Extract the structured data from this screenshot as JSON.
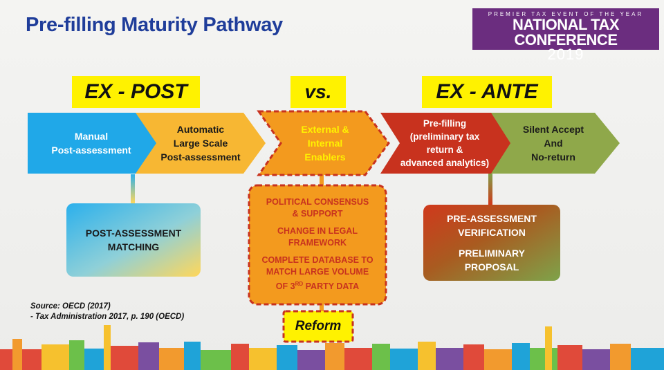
{
  "title": "Pre-filling Maturity Pathway",
  "logo": {
    "tagline": "PREMIER TAX EVENT OF THE YEAR",
    "name": "NATIONAL TAX CONFERENCE",
    "year": "2019"
  },
  "headers": {
    "ex_post": "EX - POST",
    "vs": "vs.",
    "ex_ante": "EX - ANTE"
  },
  "arrows": {
    "manual": [
      "Manual",
      "Post-assessment"
    ],
    "automatic": [
      "Automatic",
      "Large Scale",
      "Post-assessment"
    ],
    "enablers": [
      "External &",
      "Internal",
      "Enablers"
    ],
    "prefilling": [
      "Pre-filling",
      "(preliminary tax",
      "return &",
      "advanced analytics)"
    ],
    "silent": [
      "Silent Accept",
      "And",
      "No-return"
    ]
  },
  "boxes": {
    "post_assessment": [
      "POST-ASSESSMENT",
      "MATCHING"
    ],
    "enablers_list": {
      "item1": [
        "POLITICAL CONSENSUS",
        "& SUPPORT"
      ],
      "item2": [
        "CHANGE IN LEGAL",
        "FRAMEWORK"
      ],
      "item3_lines": [
        "COMPLETE DATABASE TO",
        "MATCH LARGE VOLUME"
      ],
      "item3_last_prefix": "OF 3",
      "item3_last_sup": "RD",
      "item3_last_suffix": " PARTY DATA"
    },
    "pre_assessment": {
      "group1": [
        "PRE-ASSESSMENT",
        "VERIFICATION"
      ],
      "group2": [
        "PRELIMINARY",
        "PROPOSAL"
      ]
    }
  },
  "reform": "Reform",
  "source": {
    "line1": "Source: OECD (2017)",
    "line2": "- Tax Administration 2017, p. 190 (OECD)"
  },
  "colors": {
    "title": "#1f3d9a",
    "logo_bg": "#6b2d7f",
    "highlight": "#fff200",
    "blue": "#1ea7e8",
    "orange": "#f39a1e",
    "red": "#c8321e",
    "green": "#8fa84a"
  }
}
